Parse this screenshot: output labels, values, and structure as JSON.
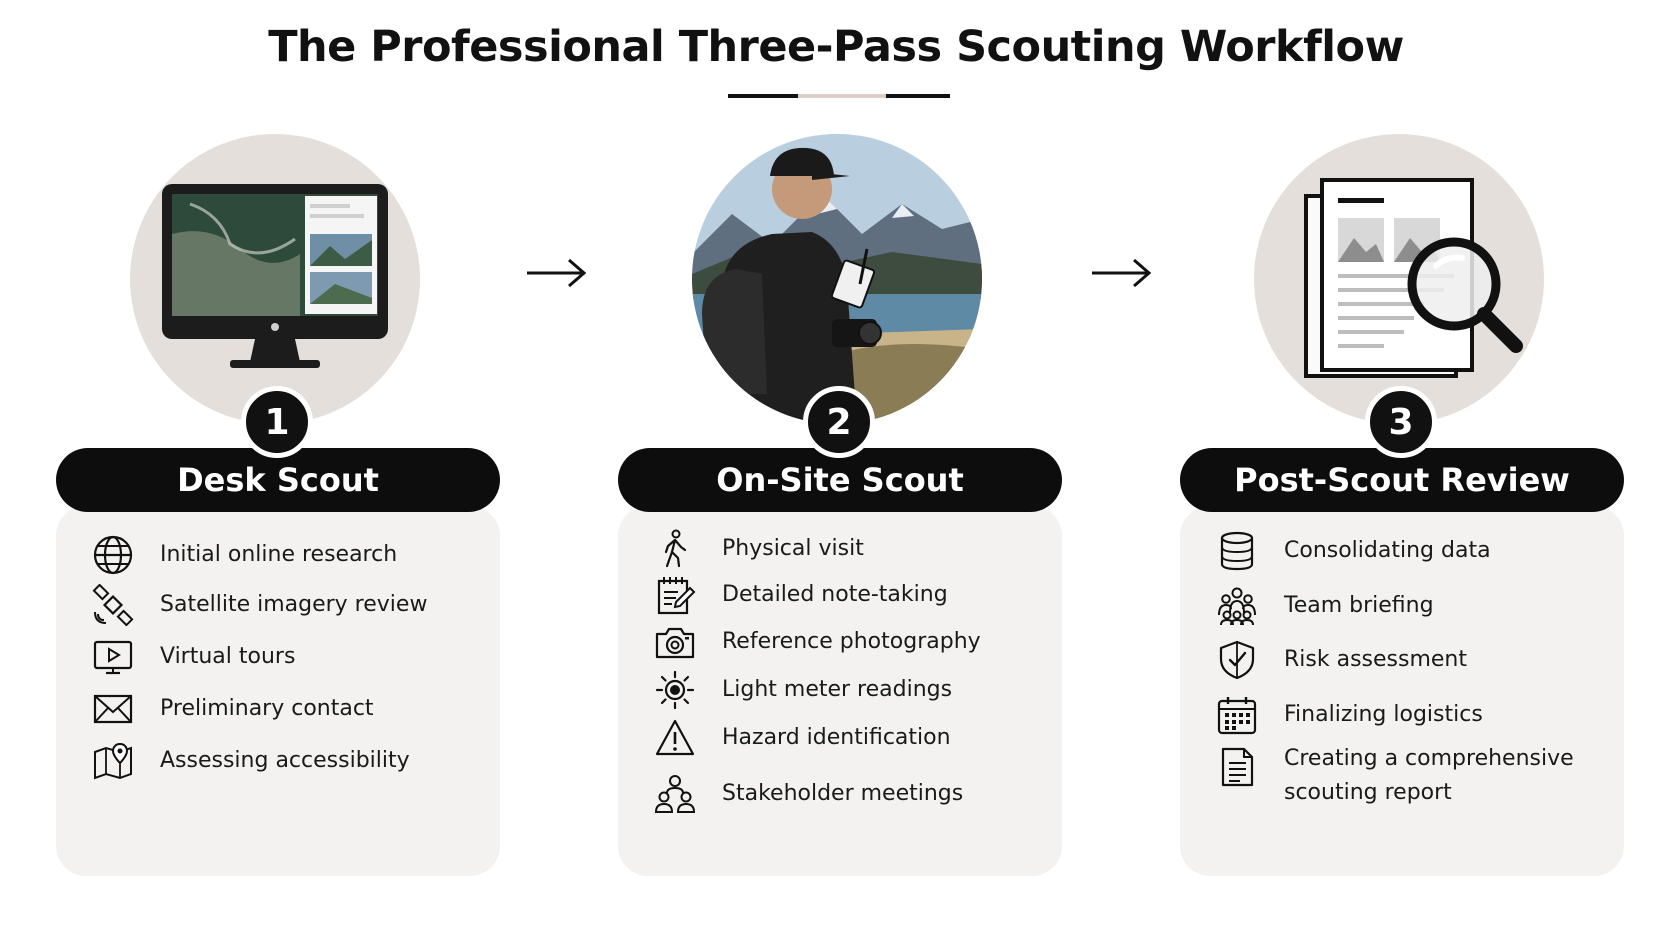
{
  "title": "The Professional Three-Pass Scouting Workflow",
  "stages": [
    {
      "number": "1",
      "name": "Desk Scout",
      "items": [
        {
          "icon": "globe-icon",
          "text": "Initial online research"
        },
        {
          "icon": "satellite-icon",
          "text": "Satellite imagery review"
        },
        {
          "icon": "video-screen-icon",
          "text": "Virtual tours"
        },
        {
          "icon": "envelope-icon",
          "text": "Preliminary contact"
        },
        {
          "icon": "map-pin-icon",
          "text": "Assessing accessibility"
        }
      ]
    },
    {
      "number": "2",
      "name": "On-Site Scout",
      "items": [
        {
          "icon": "walking-person-icon",
          "text": "Physical visit"
        },
        {
          "icon": "notepad-pencil-icon",
          "text": "Detailed note-taking"
        },
        {
          "icon": "camera-icon",
          "text": "Reference photography"
        },
        {
          "icon": "sun-meter-icon",
          "text": "Light meter readings"
        },
        {
          "icon": "warning-triangle-icon",
          "text": "Hazard identification"
        },
        {
          "icon": "people-group-icon",
          "text": "Stakeholder meetings"
        }
      ]
    },
    {
      "number": "3",
      "name": "Post-Scout Review",
      "items": [
        {
          "icon": "database-icon",
          "text": "Consolidating data"
        },
        {
          "icon": "team-icon",
          "text": "Team briefing"
        },
        {
          "icon": "shield-icon",
          "text": "Risk assessment"
        },
        {
          "icon": "calendar-icon",
          "text": "Finalizing logistics"
        },
        {
          "icon": "document-icon",
          "text": "Creating a comprehensive scouting report"
        }
      ]
    }
  ]
}
